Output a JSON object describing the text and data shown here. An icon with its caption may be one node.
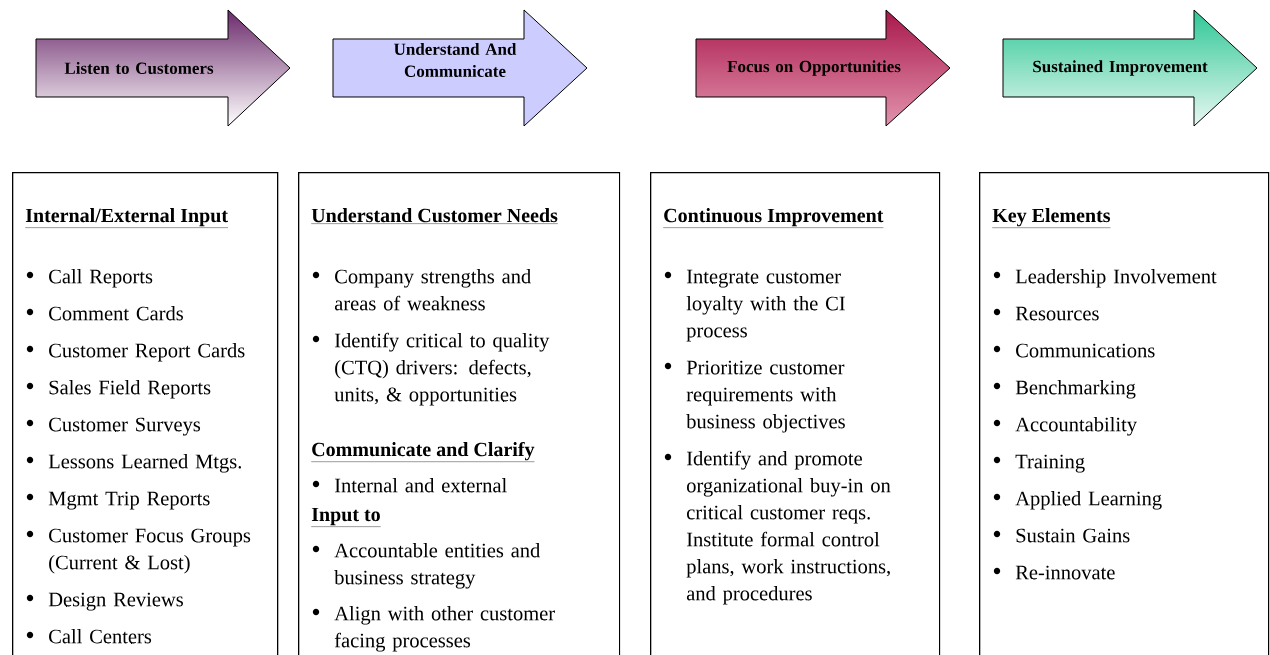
{
  "diagram": {
    "nodes": [
      {
        "text": [
          "Listen to Customers"
        ]
      },
      {
        "text": [
          "Understand And Communicate"
        ]
      },
      {
        "text": [
          "Focus on Opportunities"
        ]
      },
      {
        "text": [
          "Sustained Improvement"
        ]
      },
      {
        "text": [
          "Internal/External Input",
          "Call Reports",
          "Comment Cards",
          "Customer Report Cards",
          "Sales Field Reports",
          "Customer Surveys",
          "Lessons Learned Mtgs.",
          "Mgmt Trip Reports",
          "Customer Focus Groups (Current & Lost)",
          "Design Reviews",
          "Call Centers"
        ]
      },
      {
        "text": [
          "Understand Customer Needs",
          "Company strengths and areas of weakness",
          "Identify critical to quality (CTQ) drivers: defects, units, & opportunities",
          "Communicate and Clarify",
          "Internal and external",
          "Input to",
          "Accountable entities and business strategy",
          "Align with other customer facing processes"
        ]
      },
      {
        "text": [
          "Continuous Improvement",
          "Integrate customer loyalty with the CI process",
          "Prioritize customer requirements with business objectives",
          "Identify and promote organizational buy-in on critical customer reqs. Institute formal control plans, work instructions, and procedures"
        ]
      },
      {
        "text": [
          "Key Elements",
          "Leadership Involvement",
          "Resources",
          "Communications",
          "Benchmarking",
          "Accountability",
          "Training",
          "Applied Learning",
          "Sustain Gains",
          "Re-innovate"
        ]
      }
    ]
  }
}
